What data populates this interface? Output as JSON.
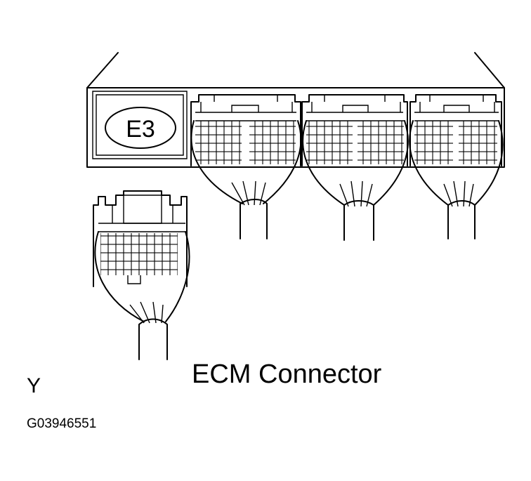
{
  "ecm_label": "E3",
  "caption": "ECM Connector",
  "corner_mark": "Y",
  "figure_number": "G03946551"
}
